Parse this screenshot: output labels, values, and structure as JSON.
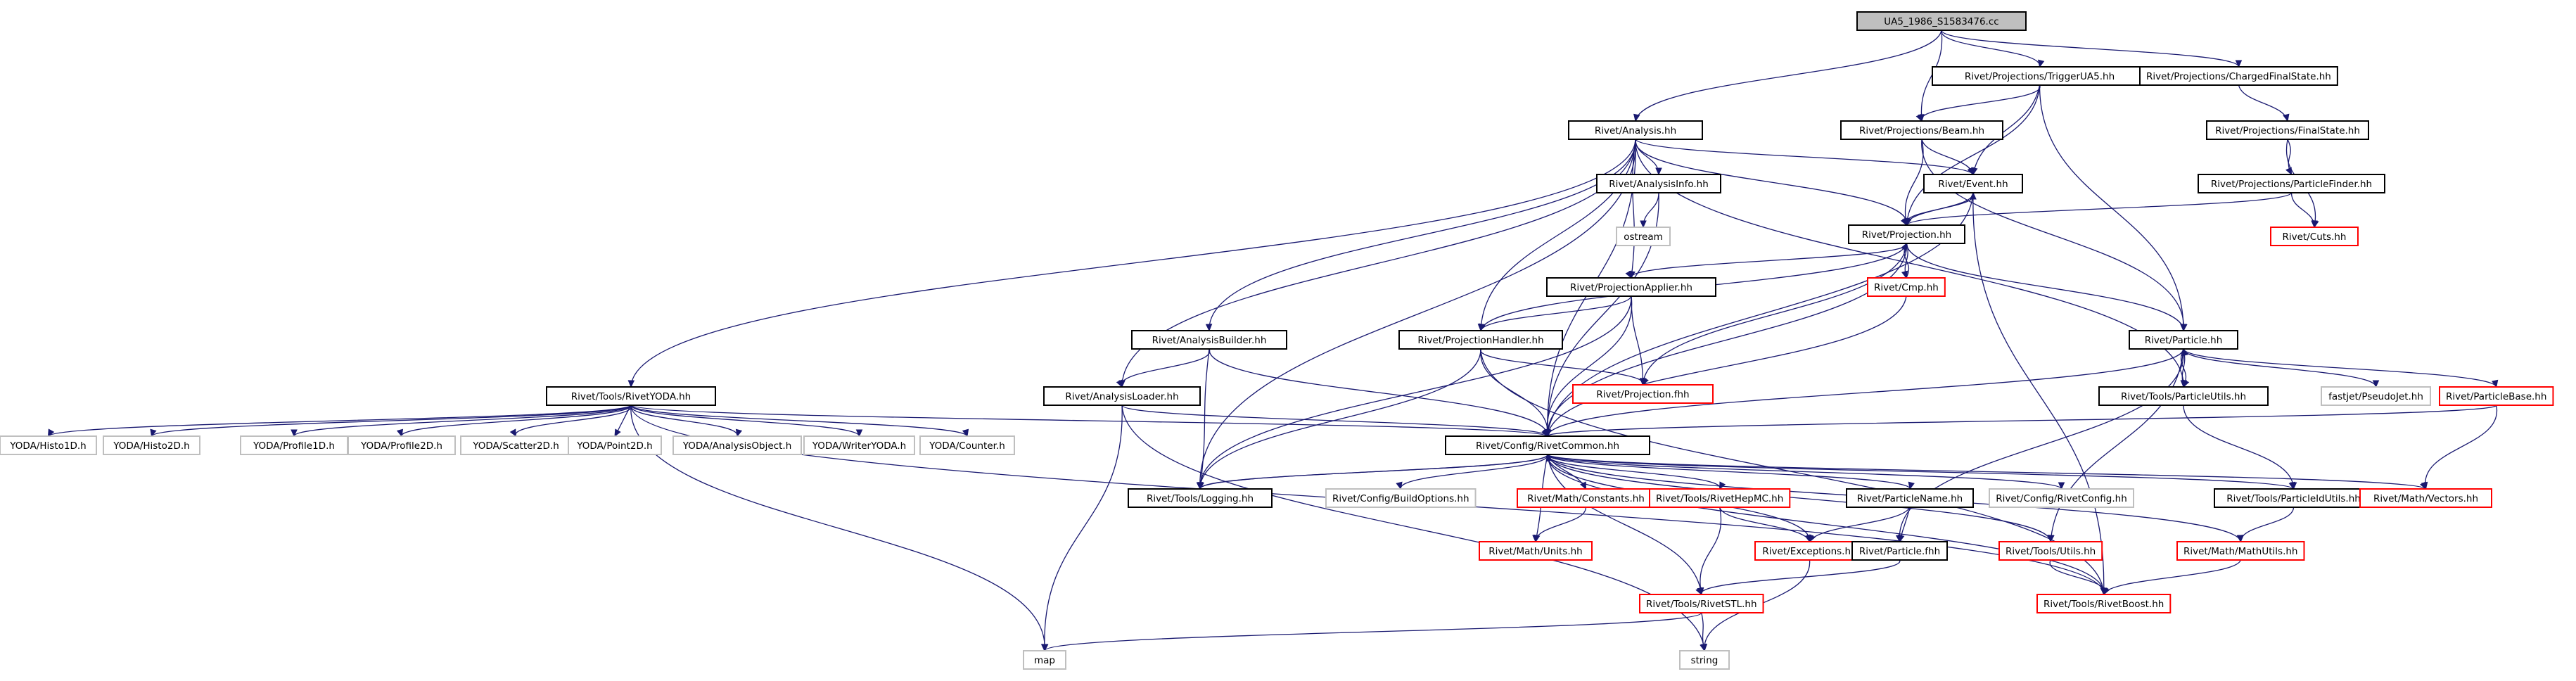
{
  "diagram": {
    "title": "UA5_1986_S1583476.cc",
    "colors": {
      "edge": "#191970",
      "normal_border": "#000000",
      "incomplete_border": "#ff0000",
      "external_border": "#bfbfbf",
      "root_fill": "#bfbfbf"
    },
    "nodes": [
      {
        "id": "root",
        "label": "UA5_1986_S1583476.cc",
        "kind": "root"
      },
      {
        "id": "analysis",
        "label": "Rivet/Analysis.hh",
        "kind": "normal"
      },
      {
        "id": "trigger",
        "label": "Rivet/Projections/TriggerUA5.hh",
        "kind": "normal"
      },
      {
        "id": "charged",
        "label": "Rivet/Projections/ChargedFinalState.hh",
        "kind": "normal"
      },
      {
        "id": "beam",
        "label": "Rivet/Projections/Beam.hh",
        "kind": "normal"
      },
      {
        "id": "finalstate",
        "label": "Rivet/Projections/FinalState.hh",
        "kind": "normal"
      },
      {
        "id": "anainfo",
        "label": "Rivet/AnalysisInfo.hh",
        "kind": "normal"
      },
      {
        "id": "event",
        "label": "Rivet/Event.hh",
        "kind": "normal"
      },
      {
        "id": "partfinder",
        "label": "Rivet/Projections/ParticleFinder.hh",
        "kind": "normal"
      },
      {
        "id": "ostream",
        "label": "ostream",
        "kind": "external"
      },
      {
        "id": "projection",
        "label": "Rivet/Projection.hh",
        "kind": "normal"
      },
      {
        "id": "cuts",
        "label": "Rivet/Cuts.hh",
        "kind": "incomplete"
      },
      {
        "id": "projapplier",
        "label": "Rivet/ProjectionApplier.hh",
        "kind": "normal"
      },
      {
        "id": "cmp",
        "label": "Rivet/Cmp.hh",
        "kind": "incomplete"
      },
      {
        "id": "anabuilder",
        "label": "Rivet/AnalysisBuilder.hh",
        "kind": "normal"
      },
      {
        "id": "projhandler",
        "label": "Rivet/ProjectionHandler.hh",
        "kind": "normal"
      },
      {
        "id": "particle",
        "label": "Rivet/Particle.hh",
        "kind": "normal"
      },
      {
        "id": "rivetyoda",
        "label": "Rivet/Tools/RivetYODA.hh",
        "kind": "normal"
      },
      {
        "id": "analoader",
        "label": "Rivet/AnalysisLoader.hh",
        "kind": "normal"
      },
      {
        "id": "projfhh",
        "label": "Rivet/Projection.fhh",
        "kind": "incomplete"
      },
      {
        "id": "partutils",
        "label": "Rivet/Tools/ParticleUtils.hh",
        "kind": "normal"
      },
      {
        "id": "pseudojet",
        "label": "fastjet/PseudoJet.hh",
        "kind": "external"
      },
      {
        "id": "partbase",
        "label": "Rivet/ParticleBase.hh",
        "kind": "incomplete"
      },
      {
        "id": "histo1d",
        "label": "YODA/Histo1D.h",
        "kind": "external"
      },
      {
        "id": "histo2d",
        "label": "YODA/Histo2D.h",
        "kind": "external"
      },
      {
        "id": "profile1d",
        "label": "YODA/Profile1D.h",
        "kind": "external"
      },
      {
        "id": "profile2d",
        "label": "YODA/Profile2D.h",
        "kind": "external"
      },
      {
        "id": "scatter2d",
        "label": "YODA/Scatter2D.h",
        "kind": "external"
      },
      {
        "id": "point2d",
        "label": "YODA/Point2D.h",
        "kind": "external"
      },
      {
        "id": "anaobject",
        "label": "YODA/AnalysisObject.h",
        "kind": "external"
      },
      {
        "id": "writeryoda",
        "label": "YODA/WriterYODA.h",
        "kind": "external"
      },
      {
        "id": "counter",
        "label": "YODA/Counter.h",
        "kind": "external"
      },
      {
        "id": "rivetcommon",
        "label": "Rivet/Config/RivetCommon.hh",
        "kind": "normal"
      },
      {
        "id": "logging",
        "label": "Rivet/Tools/Logging.hh",
        "kind": "normal"
      },
      {
        "id": "buildopts",
        "label": "Rivet/Config/BuildOptions.hh",
        "kind": "external"
      },
      {
        "id": "mathconst",
        "label": "Rivet/Math/Constants.hh",
        "kind": "incomplete"
      },
      {
        "id": "hepmc",
        "label": "Rivet/Tools/RivetHepMC.hh",
        "kind": "incomplete"
      },
      {
        "id": "partname",
        "label": "Rivet/ParticleName.hh",
        "kind": "normal"
      },
      {
        "id": "rivetconfig",
        "label": "Rivet/Config/RivetConfig.hh",
        "kind": "external"
      },
      {
        "id": "partidutils",
        "label": "Rivet/Tools/ParticleIdUtils.hh",
        "kind": "normal"
      },
      {
        "id": "mathvectors",
        "label": "Rivet/Math/Vectors.hh",
        "kind": "incomplete"
      },
      {
        "id": "mathunits",
        "label": "Rivet/Math/Units.hh",
        "kind": "incomplete"
      },
      {
        "id": "exceptions",
        "label": "Rivet/Exceptions.hh",
        "kind": "incomplete"
      },
      {
        "id": "particlefhh",
        "label": "Rivet/Particle.fhh",
        "kind": "normal"
      },
      {
        "id": "utils",
        "label": "Rivet/Tools/Utils.hh",
        "kind": "incomplete"
      },
      {
        "id": "mathutils",
        "label": "Rivet/Math/MathUtils.hh",
        "kind": "incomplete"
      },
      {
        "id": "rivetstl",
        "label": "Rivet/Tools/RivetSTL.hh",
        "kind": "incomplete"
      },
      {
        "id": "rivetboost",
        "label": "Rivet/Tools/RivetBoost.hh",
        "kind": "incomplete"
      },
      {
        "id": "map",
        "label": "map",
        "kind": "external"
      },
      {
        "id": "string",
        "label": "string",
        "kind": "external"
      }
    ],
    "edges": [
      [
        "root",
        "analysis"
      ],
      [
        "root",
        "trigger"
      ],
      [
        "root",
        "charged"
      ],
      [
        "root",
        "beam"
      ],
      [
        "trigger",
        "beam"
      ],
      [
        "trigger",
        "event"
      ],
      [
        "trigger",
        "projection"
      ],
      [
        "trigger",
        "particle"
      ],
      [
        "charged",
        "finalstate"
      ],
      [
        "finalstate",
        "partfinder"
      ],
      [
        "finalstate",
        "cuts"
      ],
      [
        "partfinder",
        "projection"
      ],
      [
        "partfinder",
        "cuts"
      ],
      [
        "beam",
        "event"
      ],
      [
        "beam",
        "projection"
      ],
      [
        "beam",
        "particle"
      ],
      [
        "analysis",
        "rivetyoda"
      ],
      [
        "analysis",
        "analoader"
      ],
      [
        "analysis",
        "anabuilder"
      ],
      [
        "analysis",
        "logging"
      ],
      [
        "analysis",
        "projapplier"
      ],
      [
        "analysis",
        "projhandler"
      ],
      [
        "analysis",
        "anainfo"
      ],
      [
        "analysis",
        "rivetcommon"
      ],
      [
        "analysis",
        "event"
      ],
      [
        "analysis",
        "projection"
      ],
      [
        "analysis",
        "partutils"
      ],
      [
        "anainfo",
        "ostream"
      ],
      [
        "anainfo",
        "rivetcommon"
      ],
      [
        "event",
        "projection"
      ],
      [
        "event",
        "rivetcommon"
      ],
      [
        "event",
        "rivetboost"
      ],
      [
        "projection",
        "event"
      ],
      [
        "projection",
        "cmp"
      ],
      [
        "projection",
        "projapplier"
      ],
      [
        "projection",
        "projhandler"
      ],
      [
        "projection",
        "projfhh"
      ],
      [
        "projection",
        "particle"
      ],
      [
        "projection",
        "rivetcommon"
      ],
      [
        "cmp",
        "projection"
      ],
      [
        "cmp",
        "rivetcommon"
      ],
      [
        "projapplier",
        "projhandler"
      ],
      [
        "projapplier",
        "projfhh"
      ],
      [
        "projapplier",
        "logging"
      ],
      [
        "projapplier",
        "rivetcommon"
      ],
      [
        "projhandler",
        "projfhh"
      ],
      [
        "projhandler",
        "rivetcommon"
      ],
      [
        "projhandler",
        "logging"
      ],
      [
        "projhandler",
        "rivetboost"
      ],
      [
        "anabuilder",
        "analoader"
      ],
      [
        "anabuilder",
        "logging"
      ],
      [
        "anabuilder",
        "rivetcommon"
      ],
      [
        "analoader",
        "rivetcommon"
      ],
      [
        "analoader",
        "map"
      ],
      [
        "analoader",
        "string"
      ],
      [
        "particle",
        "partutils"
      ],
      [
        "particle",
        "rivetcommon"
      ],
      [
        "particle",
        "pseudojet"
      ],
      [
        "particle",
        "partbase"
      ],
      [
        "particle",
        "particlefhh"
      ],
      [
        "particle",
        "utils"
      ],
      [
        "partutils",
        "particle"
      ],
      [
        "partutils",
        "partidutils"
      ],
      [
        "partbase",
        "rivetcommon"
      ],
      [
        "partbase",
        "mathvectors"
      ],
      [
        "rivetyoda",
        "histo1d"
      ],
      [
        "rivetyoda",
        "histo2d"
      ],
      [
        "rivetyoda",
        "profile1d"
      ],
      [
        "rivetyoda",
        "profile2d"
      ],
      [
        "rivetyoda",
        "scatter2d"
      ],
      [
        "rivetyoda",
        "point2d"
      ],
      [
        "rivetyoda",
        "anaobject"
      ],
      [
        "rivetyoda",
        "writeryoda"
      ],
      [
        "rivetyoda",
        "counter"
      ],
      [
        "rivetyoda",
        "rivetcommon"
      ],
      [
        "rivetyoda",
        "map"
      ],
      [
        "rivetyoda",
        "rivetboost"
      ],
      [
        "rivetcommon",
        "logging"
      ],
      [
        "rivetcommon",
        "buildopts"
      ],
      [
        "rivetcommon",
        "mathconst"
      ],
      [
        "rivetcommon",
        "hepmc"
      ],
      [
        "rivetcommon",
        "partname"
      ],
      [
        "rivetcommon",
        "rivetconfig"
      ],
      [
        "rivetcommon",
        "partidutils"
      ],
      [
        "rivetcommon",
        "mathvectors"
      ],
      [
        "rivetcommon",
        "mathunits"
      ],
      [
        "rivetcommon",
        "exceptions"
      ],
      [
        "rivetcommon",
        "utils"
      ],
      [
        "rivetcommon",
        "mathutils"
      ],
      [
        "rivetcommon",
        "rivetstl"
      ],
      [
        "rivetcommon",
        "rivetboost"
      ],
      [
        "logging",
        "rivetcommon"
      ],
      [
        "mathconst",
        "mathunits"
      ],
      [
        "hepmc",
        "exceptions"
      ],
      [
        "hepmc",
        "rivetstl"
      ],
      [
        "partname",
        "exceptions"
      ],
      [
        "partname",
        "particlefhh"
      ],
      [
        "partidutils",
        "mathutils"
      ],
      [
        "exceptions",
        "string"
      ],
      [
        "particlefhh",
        "rivetstl"
      ],
      [
        "utils",
        "rivetboost"
      ],
      [
        "mathutils",
        "rivetboost"
      ],
      [
        "rivetstl",
        "map"
      ],
      [
        "rivetstl",
        "string"
      ]
    ]
  }
}
